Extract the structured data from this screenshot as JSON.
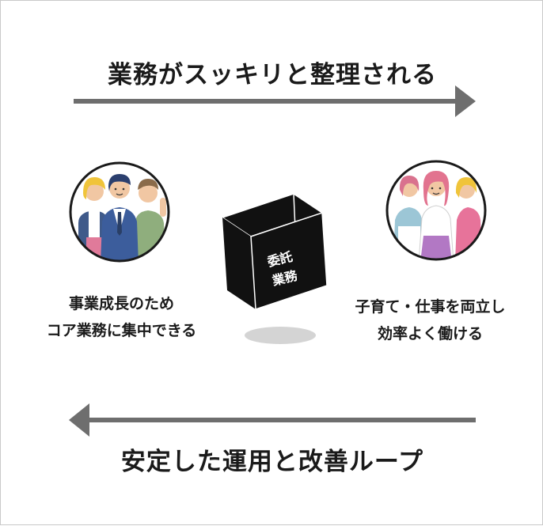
{
  "top_title": "業務がスッキリと整理される",
  "bottom_title": "安定した運用と改善ループ",
  "left_caption": [
    "事業成長のため",
    "コア業務に集中できる"
  ],
  "right_caption": [
    "子育て・仕事を両立し",
    "効率よく働ける"
  ],
  "cube_label": [
    "委託",
    "業務"
  ],
  "colors": {
    "arrow": "#6e6e6e",
    "cube": "#111111",
    "text": "#1a1a1a",
    "shadow": "#d4d4d4"
  },
  "icons": {
    "left": "business-team-icon",
    "right": "working-mothers-icon"
  }
}
